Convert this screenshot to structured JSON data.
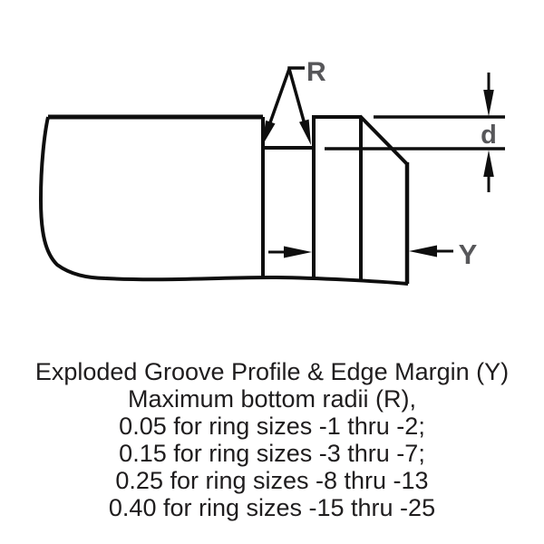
{
  "figure": {
    "labels": {
      "radius": "R",
      "groove_depth": "d",
      "edge_margin": "Y"
    }
  },
  "caption": {
    "lines": [
      "Exploded Groove Profile & Edge Margin (Y)",
      "Maximum bottom radii (R),",
      "0.05 for ring sizes -1 thru -2;",
      "0.15 for ring sizes -3 thru -7;",
      "0.25 for ring sizes -8 thru -13",
      "0.40 for ring sizes -15 thru -25"
    ]
  },
  "colors": {
    "line-color": "#0e0e0e",
    "label-color": "#57575a",
    "text-color": "#1f1d1e",
    "bg-color": "#ffffff"
  }
}
